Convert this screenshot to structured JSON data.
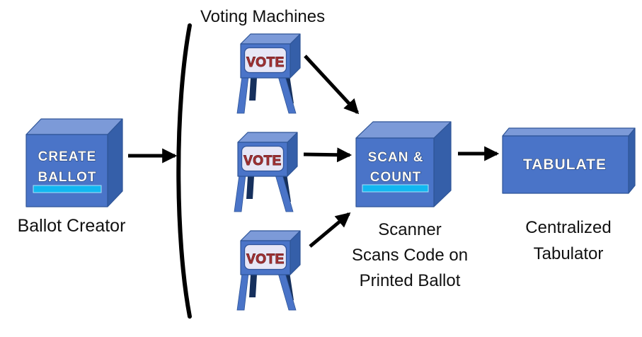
{
  "diagram": {
    "background_color": "#ffffff",
    "colors": {
      "box_front": "#4a74c8",
      "box_top": "#7c9ad8",
      "box_side": "#355fa9",
      "box_outline": "#2f5597",
      "box_label_fill": "#fbfbfb",
      "box_label_outline": "#1f3864",
      "slot_bar": "#12b7f0",
      "machine_panel": "#e7e7f6",
      "machine_leg_dark": "#16305d",
      "vote_text": "#a03133",
      "arrow": "#000000",
      "caption_text": "#111111"
    },
    "ballot_creator": {
      "box_lines": [
        "CREATE",
        "BALLOT"
      ],
      "caption": "Ballot Creator"
    },
    "voting_machines": {
      "group_label": "Voting Machines",
      "screen_text": "VOTE"
    },
    "scanner": {
      "box_lines": [
        "SCAN &",
        "COUNT"
      ],
      "caption_lines": [
        "Scanner",
        "Scans Code on",
        "Printed Ballot"
      ]
    },
    "tabulator": {
      "box_label": "TABULATE",
      "caption_lines": [
        "Centralized",
        "Tabulator"
      ]
    }
  }
}
